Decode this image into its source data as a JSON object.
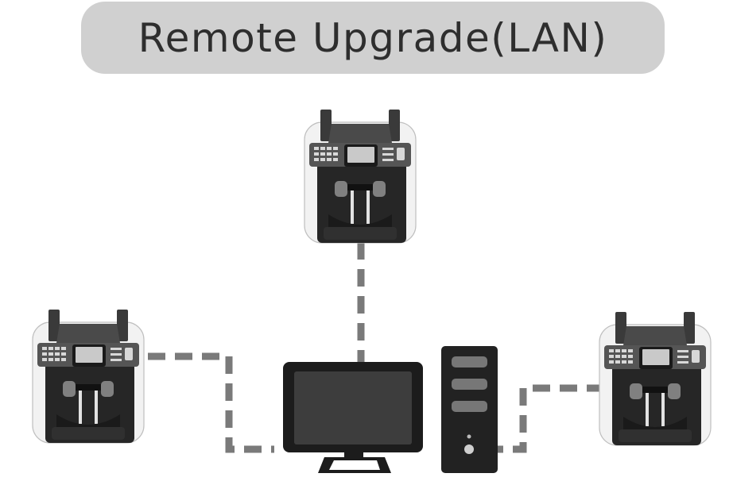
{
  "title": "Remote Upgrade(LAN)",
  "colors": {
    "title_background": "#d0d0d0",
    "title_text": "#2e2e2e",
    "connection_line": "#7a7a7a",
    "device_body": "#262626",
    "device_shell": "#f2f2f2"
  },
  "devices": [
    {
      "name": "banknote-counter-top"
    },
    {
      "name": "banknote-counter-left"
    },
    {
      "name": "banknote-counter-right"
    }
  ],
  "host": {
    "monitor": "monitor-icon",
    "tower": "pc-tower-icon"
  },
  "connection_style": "dashed"
}
